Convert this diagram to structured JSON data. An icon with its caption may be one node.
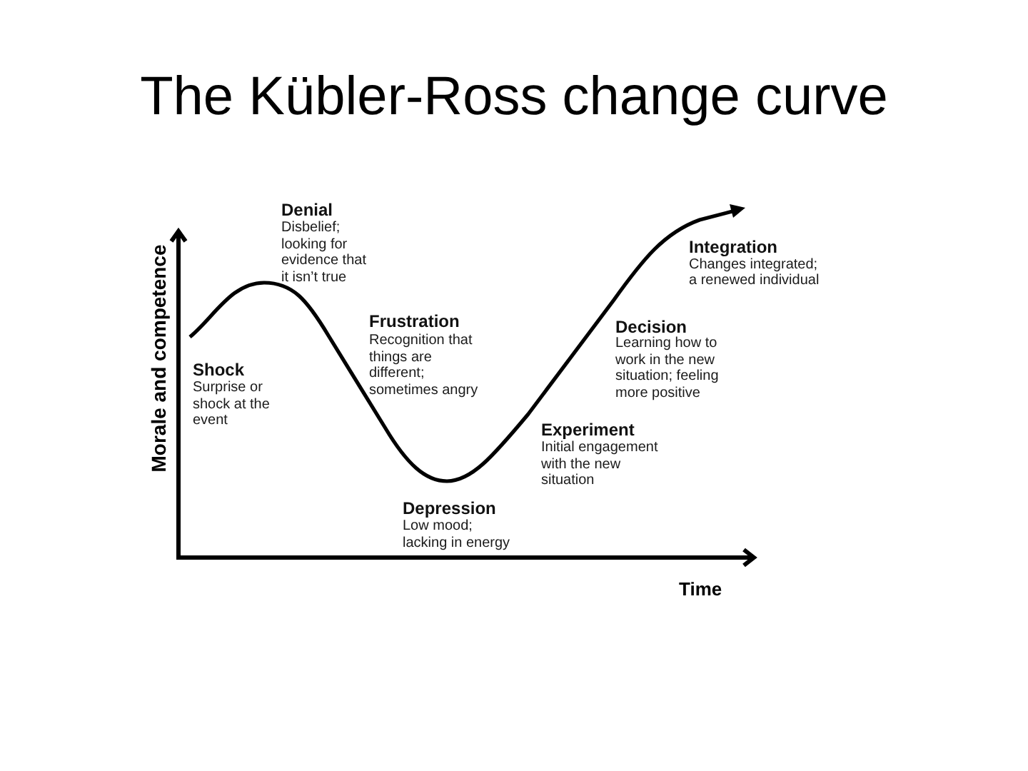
{
  "diagram": {
    "title": "The Kübler-Ross change curve",
    "labels": [
      "Denial",
      "Disbelief; looking for evidence that it isn’t true",
      "Integration",
      "Changes integrated; a renewed individual",
      "Morale and competence",
      "Frustration",
      "Recognition that things are different; sometimes angry",
      "Decision",
      "Learning how to work in the new situation; feeling more positive",
      "Shock",
      "Surprise or shock at the event",
      "Experiment",
      "Initial engagement with the new situation",
      "Depression",
      "Low mood; lacking in energy",
      "Time"
    ]
  }
}
